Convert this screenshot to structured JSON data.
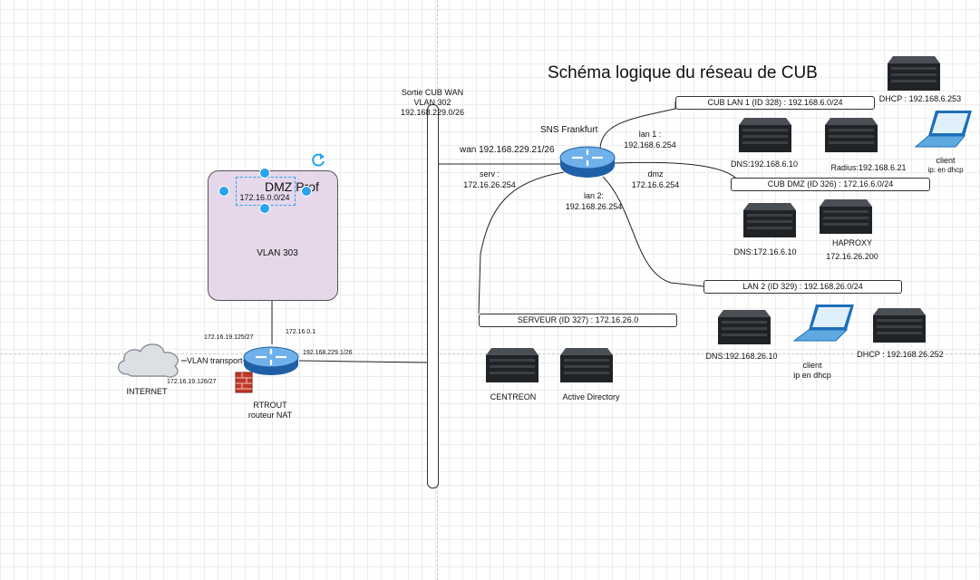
{
  "title": "Schéma logique du réseau de CUB",
  "colors": {
    "zone_fill": "#e6d8ea",
    "selection": "#29a3ec",
    "router_blue": "#2f7fd0",
    "firewall": "#c0392b"
  },
  "wan_bus": {
    "label_line1": "Sortie CUB WAN",
    "label_line2": "VLAN 302",
    "label_line3": "192.168.229.0/26"
  },
  "sns": {
    "name": "SNS Frankfurt",
    "wan": "wan 192.168.229.21/26",
    "lan1_line1": "lan 1 :",
    "lan1_line2": "192.168.6.254",
    "serv_line1": "serv :",
    "serv_line2": "172.16.26.254",
    "dmz_line1": "dmz",
    "dmz_line2": "172.16.6.254",
    "lan2_line1": "lan 2:",
    "lan2_line2": "192.168.26.254"
  },
  "segments": {
    "lan1": "CUB LAN 1 (ID 328) : 192.168.6.0/24",
    "dmz": "CUB DMZ  (ID 326) : 172.16.6.0/24",
    "lan2": "LAN  2 (ID 329) :  192.168.26.0/24",
    "serveur": "SERVEUR (ID 327) : 172.16.26.0"
  },
  "hosts": {
    "dhcp1": "DHCP : 192.168.6.253",
    "dns1": "DNS:192.168.6.10",
    "radius": "Radius:192.168.6.21",
    "client1_line1": "client",
    "client1_line2": "ip: en dhcp",
    "dns_dmz": "DNS:172.16.6.10",
    "haproxy_line1": "HAPROXY",
    "haproxy_line2": "172.16.26.200",
    "dns2": "DNS:192.168.26.10",
    "client2_line1": "client",
    "client2_line2": "ip en dhcp",
    "dhcp2": "DHCP : 192.168.26.252",
    "centreon": "CENTREON",
    "ad": "Active Directory"
  },
  "dmz_prof": {
    "name": "DMZ Prof",
    "subnet": "172.16.0.0/24",
    "vlan": "VLAN 303"
  },
  "rtrout": {
    "name_line1": "RTROUT",
    "name_line2": "routeur NAT",
    "ip_upper_left": "172.16.19.125/27",
    "ip_top": "172.16.0.1",
    "ip_right": "192.168.229.1/26",
    "ip_lower_left": "172.16.19.126/27",
    "vlan_transport": "VLAN transport"
  },
  "internet": "INTERNET",
  "icons": [
    "server-icon",
    "router-icon",
    "laptop-icon",
    "cloud-icon",
    "firewall-icon",
    "refresh-icon"
  ]
}
